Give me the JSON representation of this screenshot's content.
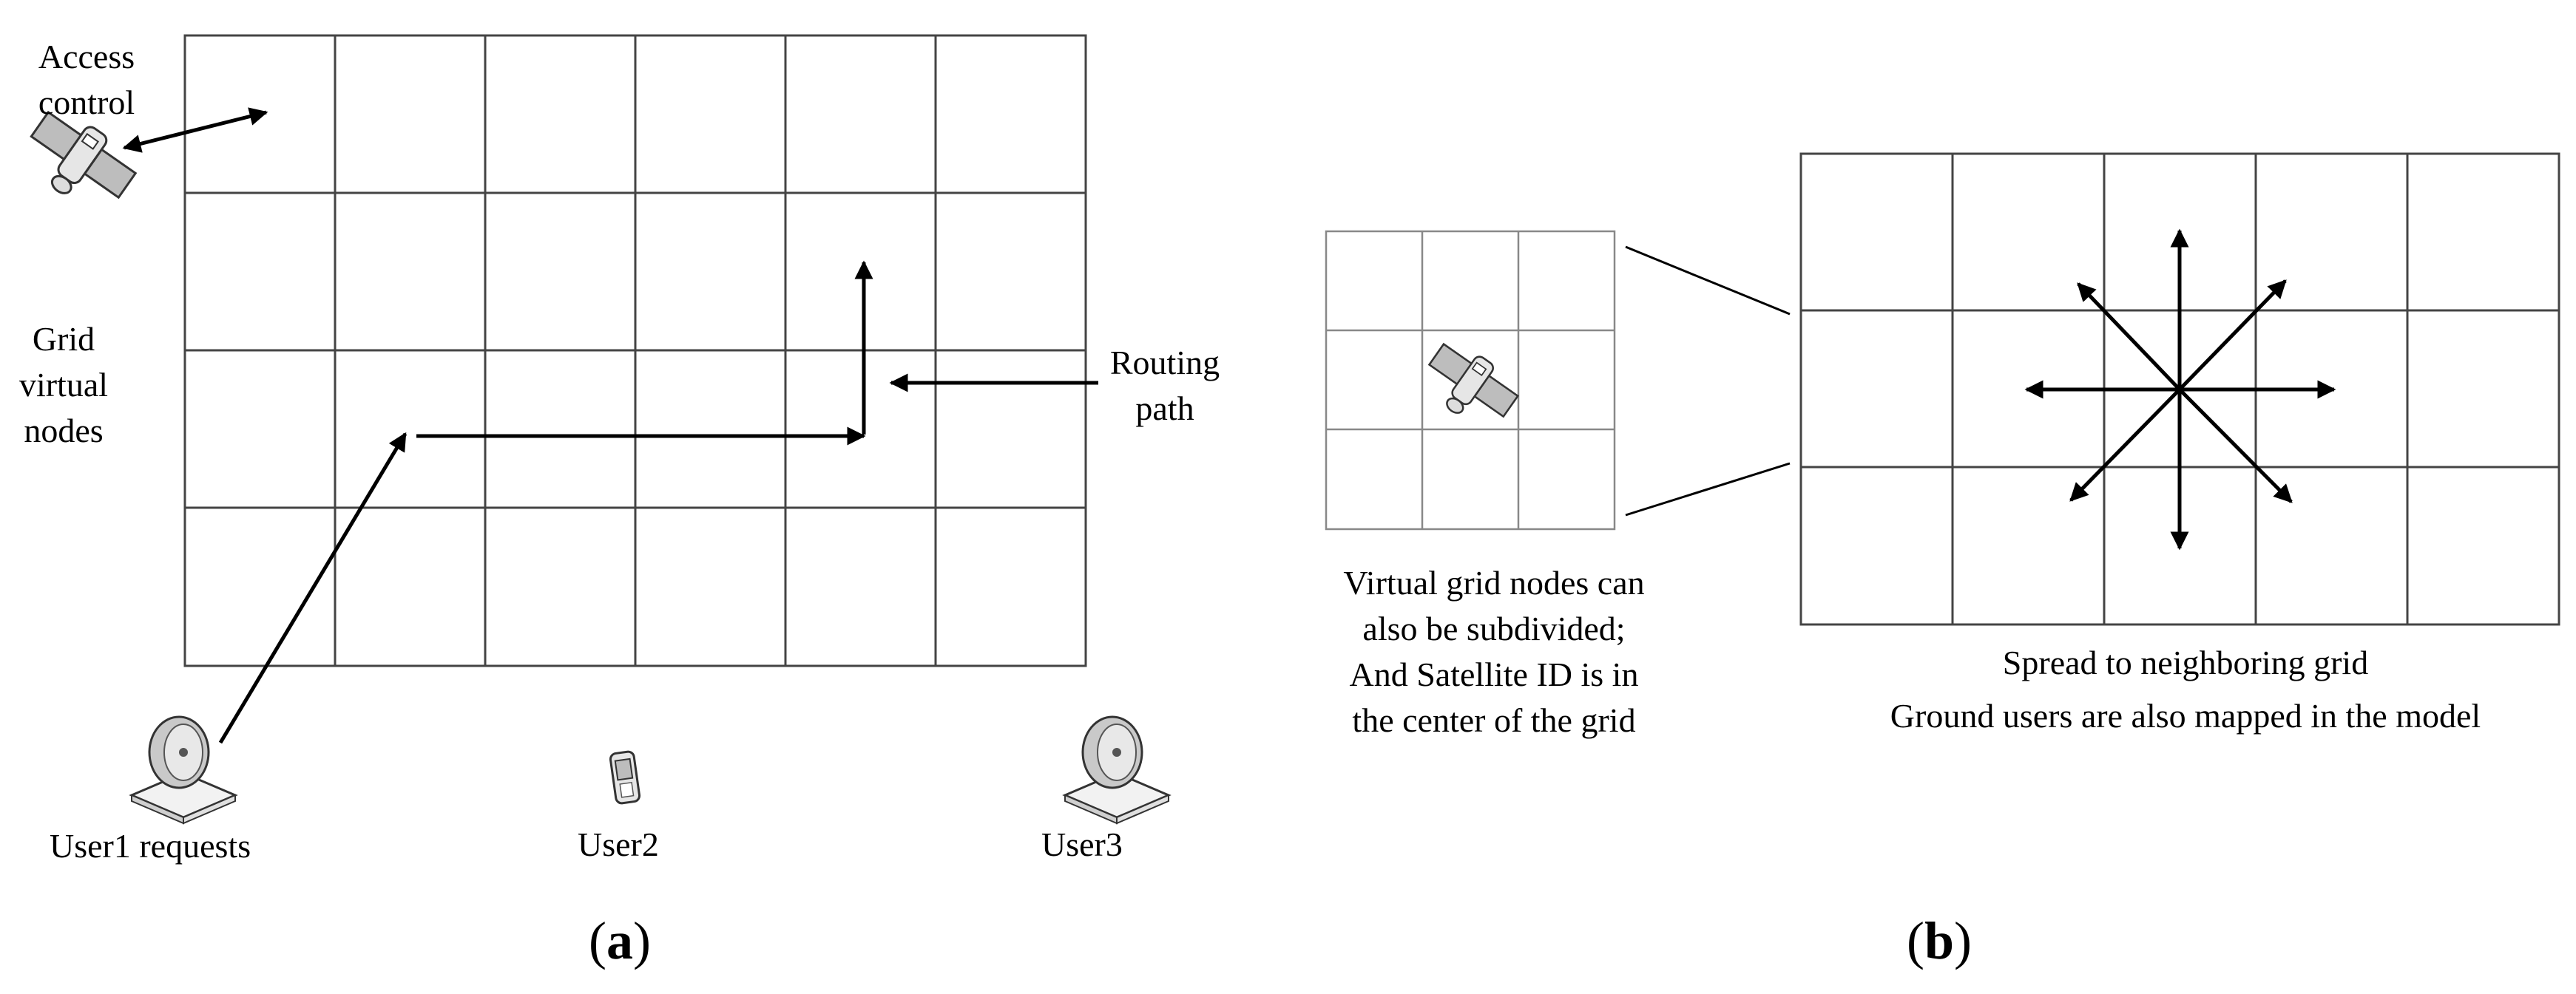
{
  "panel_a": {
    "labels": {
      "access_control": [
        "Access",
        "control"
      ],
      "grid_virtual_nodes": [
        "Grid",
        "virtual",
        "nodes"
      ],
      "routing_path": [
        "Routing",
        "path"
      ],
      "user1": "User1 requests",
      "user2": "User2",
      "user3": "User3"
    },
    "caption": {
      "open": "(",
      "letter": "a",
      "close": ")"
    },
    "icons": [
      "satellite-icon",
      "dish-antenna-icon",
      "mobile-phone-icon",
      "dish-antenna-icon"
    ]
  },
  "panel_b": {
    "small_grid_caption": [
      "Virtual grid nodes can",
      "also be subdivided;",
      "And Satellite ID is in",
      "the center of the grid"
    ],
    "spread_label": "Spread to  neighboring grid",
    "ground_label": "Ground users are also mapped in the model",
    "caption": {
      "open": "(",
      "letter": "b",
      "close": ")"
    },
    "icons": [
      "satellite-icon"
    ]
  },
  "colors": {
    "line": "#000000",
    "grid": "#444444",
    "background": "#ffffff",
    "satellite_body": "#c8c8c8"
  }
}
